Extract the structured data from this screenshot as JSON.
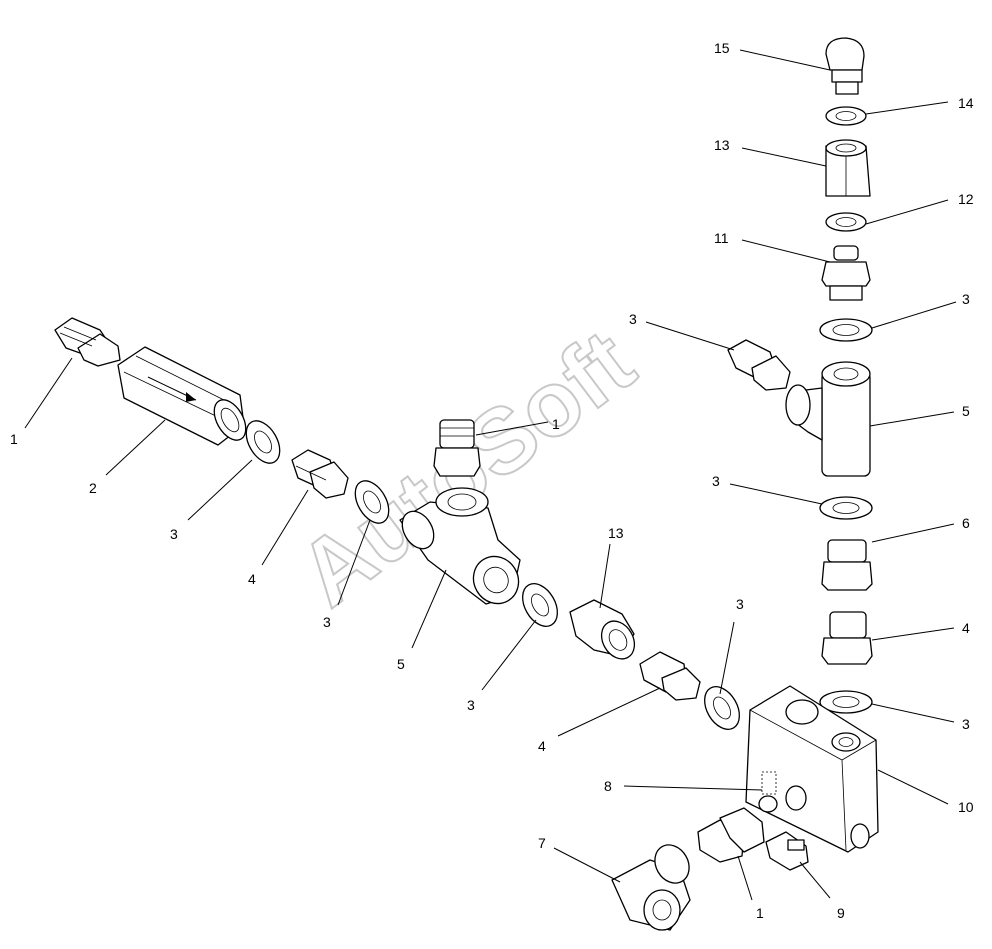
{
  "watermark": "AutoSoft",
  "callouts": [
    {
      "id": "c1a",
      "text": "1"
    },
    {
      "id": "c2",
      "text": "2"
    },
    {
      "id": "c3a",
      "text": "3"
    },
    {
      "id": "c4a",
      "text": "4"
    },
    {
      "id": "c3b",
      "text": "3"
    },
    {
      "id": "c5a",
      "text": "5"
    },
    {
      "id": "c1b",
      "text": "1"
    },
    {
      "id": "c13a",
      "text": "13"
    },
    {
      "id": "c3c",
      "text": "3"
    },
    {
      "id": "c4b",
      "text": "4"
    },
    {
      "id": "c3d",
      "text": "3"
    },
    {
      "id": "c15",
      "text": "15"
    },
    {
      "id": "c14",
      "text": "14"
    },
    {
      "id": "c13b",
      "text": "13"
    },
    {
      "id": "c12",
      "text": "12"
    },
    {
      "id": "c11",
      "text": "11"
    },
    {
      "id": "c3e",
      "text": "3"
    },
    {
      "id": "c3f",
      "text": "3"
    },
    {
      "id": "c5b",
      "text": "5"
    },
    {
      "id": "c3g",
      "text": "3"
    },
    {
      "id": "c6",
      "text": "6"
    },
    {
      "id": "c4c",
      "text": "4"
    },
    {
      "id": "c3h",
      "text": "3"
    },
    {
      "id": "c8",
      "text": "8"
    },
    {
      "id": "c10",
      "text": "10"
    },
    {
      "id": "c7",
      "text": "7"
    },
    {
      "id": "c1c",
      "text": "1"
    },
    {
      "id": "c9",
      "text": "9"
    }
  ]
}
